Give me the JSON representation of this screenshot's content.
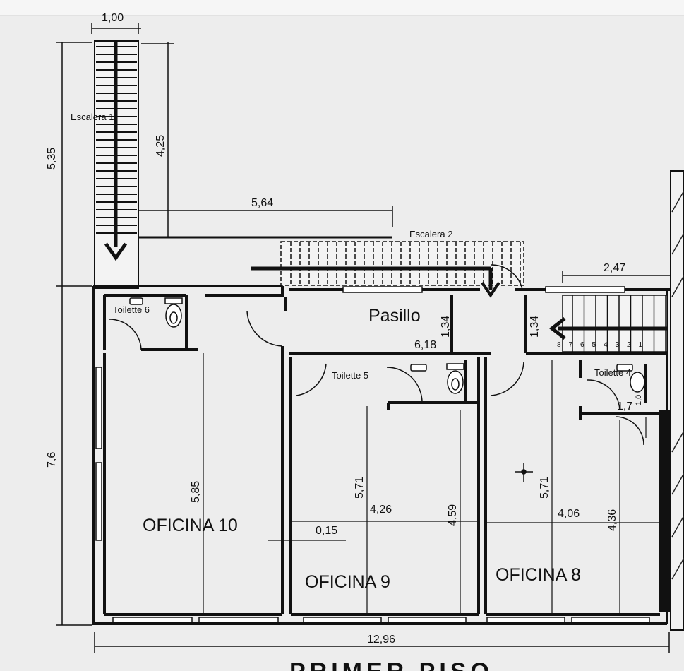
{
  "plan": {
    "heading_fragment": "PRIMER PISO",
    "rooms": {
      "pasillo": "Pasillo",
      "oficina_10": "OFICINA 10",
      "oficina_9": "OFICINA 9",
      "oficina_8": "OFICINA 8",
      "toilette_6": "Toilette 6",
      "toilette_5": "Toilette 5",
      "toilette_4": "Toilette 4",
      "escalera_1": "Escalera 1",
      "escalera_2": "Escalera 2"
    },
    "dimensions": {
      "stair1_width": "1,00",
      "left_upper_height": "5,35",
      "stair1_length": "4,25",
      "stair2_span": "5,64",
      "right_stair_span": "2,47",
      "pasillo_height_a": "1,34",
      "pasillo_height_b": "1,34",
      "pasillo_length": "6,18",
      "left_lower_height": "7,6",
      "oficina10_depth": "5,85",
      "oficina9_depth": "5,71",
      "oficina9_width": "4,26",
      "oficina9_inner": "4,59",
      "wall_thickness": "0,15",
      "oficina8_depth": "5,71",
      "oficina8_width": "4,06",
      "oficina8_inner": "4,36",
      "toilette4_a": "1,7",
      "toilette4_b": "1,0",
      "total_width": "12,96"
    },
    "stair_steps": [
      "8",
      "7",
      "6",
      "5",
      "4",
      "3",
      "2",
      "1"
    ]
  }
}
